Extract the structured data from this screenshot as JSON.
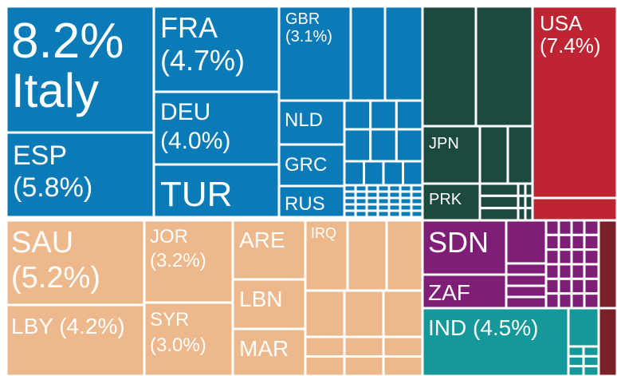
{
  "chart_data": {
    "type": "treemap",
    "title": "",
    "colors": {
      "europe": "#0B7BB7",
      "east_asia": "#1D4A40",
      "usa": "#BF2433",
      "middle_east_africa": "#EDB88B",
      "sub_saharan": "#7E1E77",
      "south_asia": "#14989A",
      "other": "#7A2027",
      "border": "#ffffff"
    },
    "tiles": [
      {
        "name": "Italy",
        "share": "8.2%",
        "value": 8.2,
        "group": "europe"
      },
      {
        "name": "ESP",
        "share": "(5.8%)",
        "value": 5.8,
        "group": "europe"
      },
      {
        "name": "FRA",
        "share": "(4.7%)",
        "value": 4.7,
        "group": "europe"
      },
      {
        "name": "DEU",
        "share": "(4.0%)",
        "value": 4.0,
        "group": "europe"
      },
      {
        "name": "TUR",
        "share": "",
        "group": "europe"
      },
      {
        "name": "GBR",
        "share": "(3.1%)",
        "value": 3.1,
        "group": "europe"
      },
      {
        "name": "NLD",
        "share": "",
        "group": "europe"
      },
      {
        "name": "GRC",
        "share": "",
        "group": "europe"
      },
      {
        "name": "RUS",
        "share": "",
        "group": "europe"
      },
      {
        "name": "JPN",
        "share": "",
        "group": "east_asia"
      },
      {
        "name": "PRK",
        "share": "",
        "group": "east_asia"
      },
      {
        "name": "USA",
        "share": "(7.4%)",
        "value": 7.4,
        "group": "usa"
      },
      {
        "name": "SAU",
        "share": "(5.2%)",
        "value": 5.2,
        "group": "middle_east_africa"
      },
      {
        "name": "LBY",
        "share": "(4.2%)",
        "value": 4.2,
        "group": "middle_east_africa"
      },
      {
        "name": "JOR",
        "share": "(3.2%)",
        "value": 3.2,
        "group": "middle_east_africa"
      },
      {
        "name": "SYR",
        "share": "(3.0%)",
        "value": 3.0,
        "group": "middle_east_africa"
      },
      {
        "name": "ARE",
        "share": "",
        "group": "middle_east_africa"
      },
      {
        "name": "LBN",
        "share": "",
        "group": "middle_east_africa"
      },
      {
        "name": "MAR",
        "share": "",
        "group": "middle_east_africa"
      },
      {
        "name": "IRQ",
        "share": "",
        "group": "middle_east_africa"
      },
      {
        "name": "SDN",
        "share": "",
        "group": "sub_saharan"
      },
      {
        "name": "ZAF",
        "share": "",
        "group": "sub_saharan"
      },
      {
        "name": "IND",
        "share": "(4.5%)",
        "value": 4.5,
        "group": "south_asia"
      }
    ]
  }
}
